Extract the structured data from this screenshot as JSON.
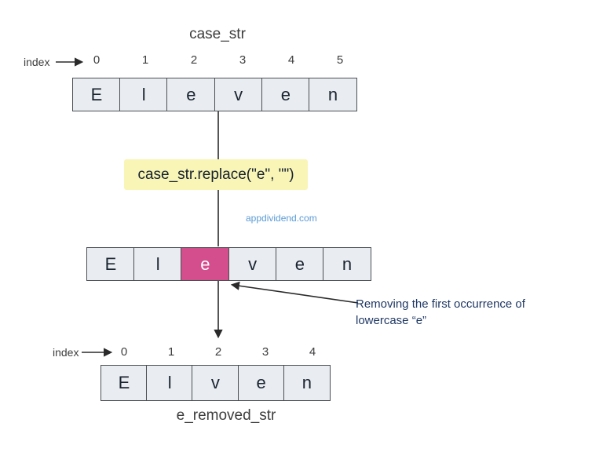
{
  "title": "case_str",
  "bottom_label": "e_removed_str",
  "index_label": "index",
  "code_label": "case_str.replace(\"e\", \"\")",
  "watermark": "appdividend.com",
  "annotation": {
    "line1": "Removing the first occurrence of",
    "line2": "lowercase “e”"
  },
  "rows": {
    "top": {
      "indices": [
        "0",
        "1",
        "2",
        "3",
        "4",
        "5"
      ],
      "letters": [
        "E",
        "l",
        "e",
        "v",
        "e",
        "n"
      ]
    },
    "middle": {
      "letters": [
        "E",
        "l",
        "e",
        "v",
        "e",
        "n"
      ],
      "highlight_index": 2
    },
    "bottom": {
      "indices": [
        "0",
        "1",
        "2",
        "3",
        "4"
      ],
      "letters": [
        "E",
        "l",
        "v",
        "e",
        "n"
      ]
    }
  },
  "colors": {
    "cell_bg": "#e9edf2",
    "cell_border": "#4a4f54",
    "highlight_bg": "#d44d8c",
    "highlight_text": "#ffffff",
    "code_bg": "#f8f5b6",
    "code_text": "#17212e",
    "annotation_text": "#1f3864",
    "watermark_text": "#5b9bd5",
    "letter_text": "#1a2430",
    "label_text": "#3d3d3d"
  }
}
